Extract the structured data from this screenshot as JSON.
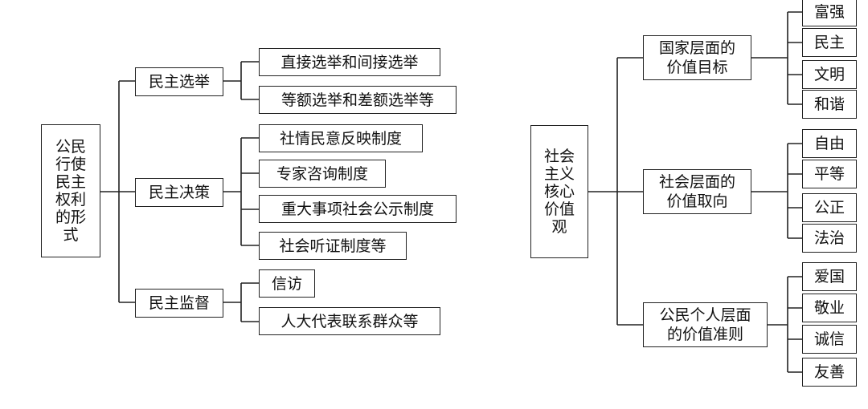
{
  "left": {
    "root": "公民\n行使\n民主\n权利\n的形\n式",
    "branches": [
      {
        "label": "民主选举",
        "items": [
          "直接选举和间接选举",
          "等额选举和差额选举等"
        ]
      },
      {
        "label": "民主决策",
        "items": [
          "社情民意反映制度",
          "专家咨询制度",
          "重大事项社会公示制度",
          "社会听证制度等"
        ]
      },
      {
        "label": "民主监督",
        "items": [
          "信访",
          "人大代表联系群众等"
        ]
      }
    ]
  },
  "right": {
    "root": "社会\n主义\n核心\n价值\n观",
    "branches": [
      {
        "label": "国家层面的\n价值目标",
        "items": [
          "富强",
          "民主",
          "文明",
          "和谐"
        ]
      },
      {
        "label": "社会层面的\n价值取向",
        "items": [
          "自由",
          "平等",
          "公正",
          "法治"
        ]
      },
      {
        "label": "公民个人层面\n的价值准则",
        "items": [
          "爱国",
          "敬业",
          "诚信",
          "友善"
        ]
      }
    ]
  }
}
